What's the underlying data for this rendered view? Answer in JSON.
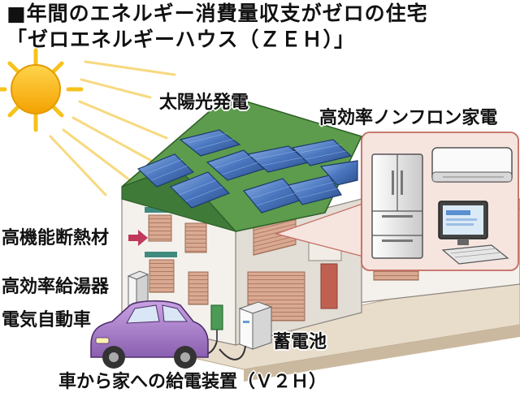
{
  "title": {
    "line1": "■年間のエネルギー消費量収支がゼロの住宅",
    "line2": "「ゼロエネルギーハウス（ＺＥＨ）」"
  },
  "labels": {
    "solar": "太陽光発電",
    "appliances": "高効率ノンフロン家電",
    "insulation": "高機能断熱材",
    "water_heater": "高効率給湯器",
    "ev": "電気自動車",
    "battery": "蓄電池",
    "v2h": "車から家への給電装置（Ｖ２Ｈ）"
  },
  "colors": {
    "sun": "#f4b400",
    "roof": "#5c9c4c",
    "panel": "#4a76bf",
    "wall": "#f4f1ec",
    "accent": "#c0556a",
    "car": "#a37ac6",
    "callout_bg": "#f6e4df",
    "callout_border": "#c26a5e",
    "ground": "#e8dccb"
  },
  "icons": [
    "sun-icon",
    "refrigerator-icon",
    "air-conditioner-icon",
    "computer-icon",
    "car-icon",
    "battery-icon",
    "arrow-right-icon"
  ]
}
